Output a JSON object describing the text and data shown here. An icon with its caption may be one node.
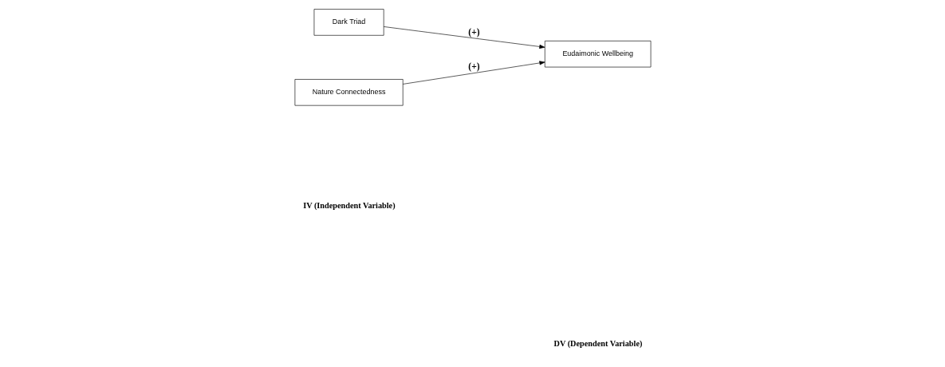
{
  "diagram": {
    "nodes": [
      {
        "text": [
          "Dark Triad"
        ]
      },
      {
        "text": [
          "Nature Connectedness"
        ]
      },
      {
        "text": [
          "Eudaimonic Wellbeing"
        ]
      }
    ],
    "edges": [
      {
        "from": 0,
        "to": 2,
        "arrow": "to",
        "label": "(+)"
      },
      {
        "from": 1,
        "to": 2,
        "arrow": "to",
        "label": "(+)"
      }
    ],
    "labels": [
      "IV (Independent Variable)",
      "DV (Dependent Variable)"
    ]
  }
}
